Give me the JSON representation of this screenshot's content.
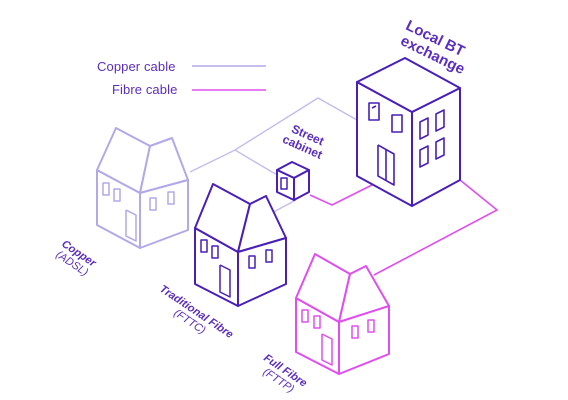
{
  "legend": {
    "copper_label": "Copper cable",
    "fibre_label": "Fibre cable"
  },
  "labels": {
    "exchange": [
      "Local BT",
      "exchange"
    ],
    "cabinet": [
      "Street",
      "cabinet"
    ],
    "copper_house": {
      "main": "Copper",
      "sub": "(ADSL)"
    },
    "fttc_house": {
      "main": "Traditional Fibre",
      "sub": "(FTTC)"
    },
    "fttp_house": {
      "main": "Full Fibre",
      "sub": "(FTTP)"
    }
  },
  "colors": {
    "copper": "#b3a8e8",
    "fibre": "#e04ef0",
    "dark": "#4a1fb8",
    "text": "#5b2ec0"
  }
}
